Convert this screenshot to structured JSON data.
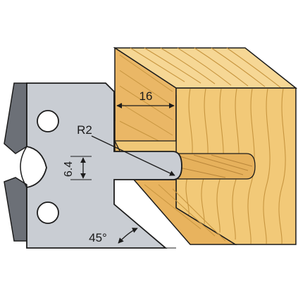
{
  "dimensions": {
    "width_label": "16",
    "thickness_label": "6.4",
    "radius_label": "R2",
    "angle_label": "45°"
  },
  "colors": {
    "blade_face": "#c9cdd3",
    "blade_side": "#6c7077",
    "wood_face": "#f2c978",
    "wood_top": "#f6d795",
    "wood_grain": "#c7953f",
    "outline": "#1c1c1c"
  }
}
